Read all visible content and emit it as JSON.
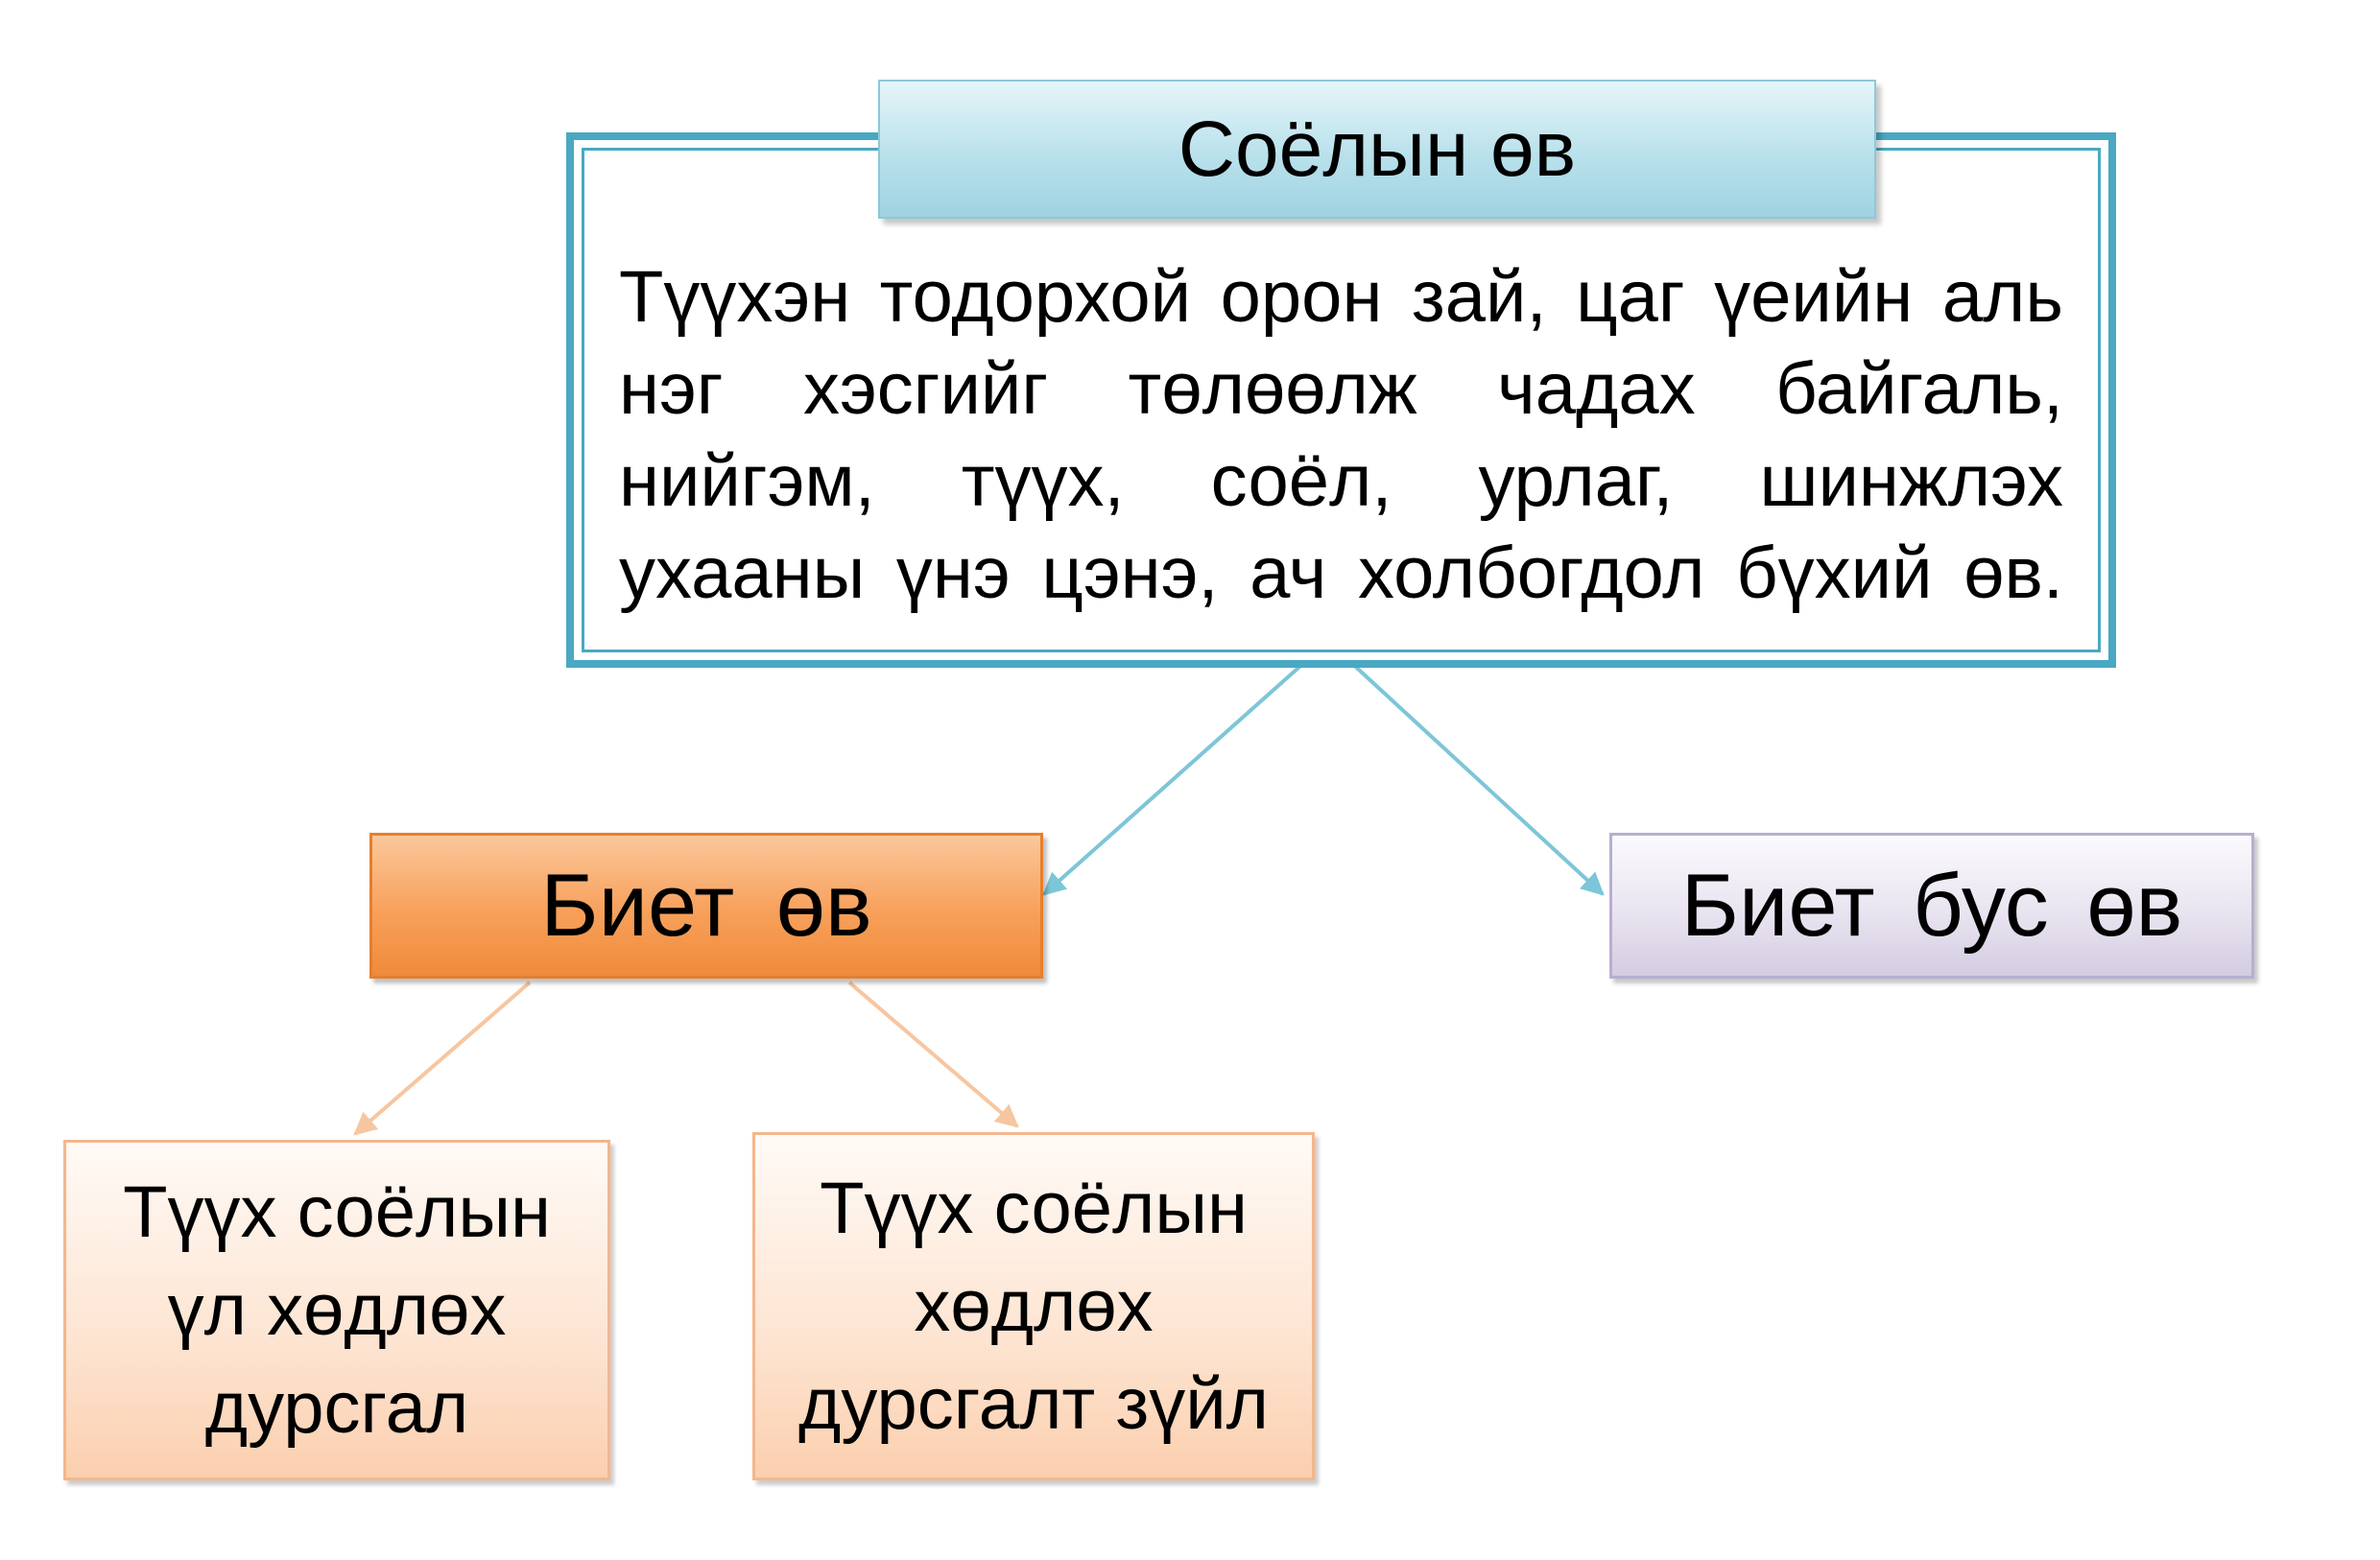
{
  "diagram": {
    "root": {
      "title": "Соёлын өв",
      "definition": "Түүхэн тодорхой орон зай, цаг үеийн аль нэг хэсгийг төлөөлж чадах байгаль, нийгэм, түүх, соёл, урлаг, шинжлэх ухааны үнэ цэнэ, ач холбогдол бүхий өв."
    },
    "tangible": {
      "label": "Биет өв",
      "children": [
        {
          "label": "Түүх соёлын үл хөдлөх дурсгал"
        },
        {
          "label": "Түүх соёлын хөдлөх дурсгалт зүйл"
        }
      ]
    },
    "intangible": {
      "label": "Биет бус өв"
    }
  },
  "colors": {
    "root_frame": "#4aa8c2",
    "title_fill": "#b9e1eb",
    "tangible_fill": "#f7a05a",
    "intangible_fill": "#e9e4f0",
    "leaf_fill": "#fde4d1",
    "root_arrows": "#7cc6d8",
    "tangible_arrows": "#f7c6a0"
  }
}
